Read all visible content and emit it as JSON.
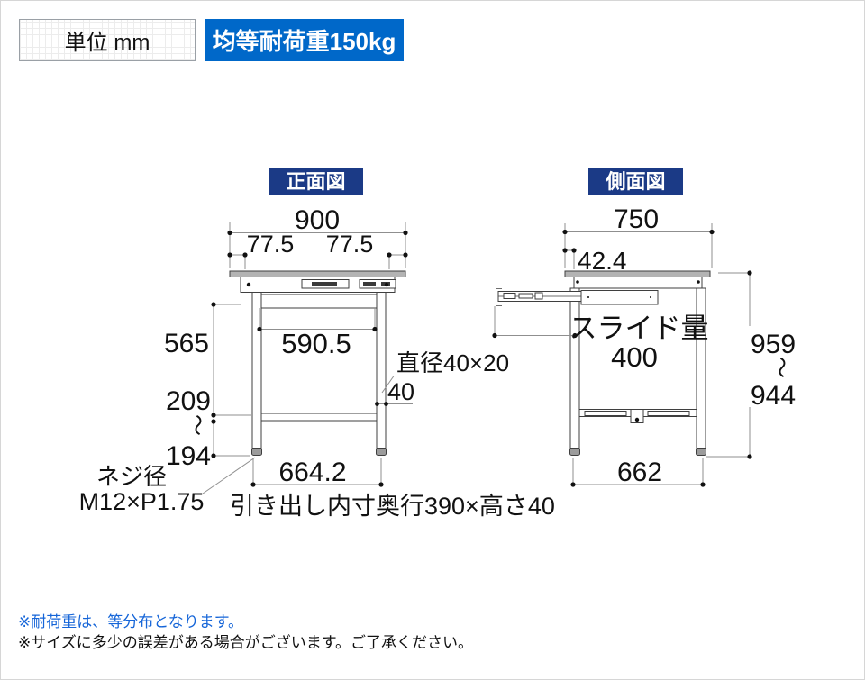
{
  "header": {
    "unit_label": "単位 mm",
    "load_label": "均等耐荷重150kg",
    "load_bg": "#0068c9"
  },
  "front_view": {
    "title": "正面図",
    "top_width": "900",
    "left_overhang": "77.5",
    "right_overhang": "77.5",
    "drawer_front_width": "590.5",
    "upper_leg_height": "565",
    "adjust_max": "209",
    "adjust_tilde": "〜",
    "adjust_min": "194",
    "leg_span": "664.2",
    "leg_pipe_label": "直径40×20",
    "leg_width": "40",
    "screw_line1": "ネジ径",
    "screw_line2": "M12×P1.75",
    "drawer_inner_note": "引き出し内寸奥行390×高さ40"
  },
  "side_view": {
    "title": "側面図",
    "top_depth": "750",
    "overhang": "42.4",
    "slide_label": "スライド量",
    "slide_value": "400",
    "height_max": "959",
    "height_tilde": "〜",
    "height_min": "944",
    "leg_span": "662"
  },
  "notes": {
    "note1": "※耐荷重は、等分布となります。",
    "note2": "※サイズに多少の誤差がある場合がございます。ご了承ください。"
  },
  "colors": {
    "load_badge_bg": "#0068c9",
    "view_label_bg": "#1b3a86",
    "note_blue": "#1565d8",
    "drawing_line": "#3f3f3f",
    "dimension_line": "#8f8f8f",
    "tabletop_fill": "#b3b3b3"
  }
}
